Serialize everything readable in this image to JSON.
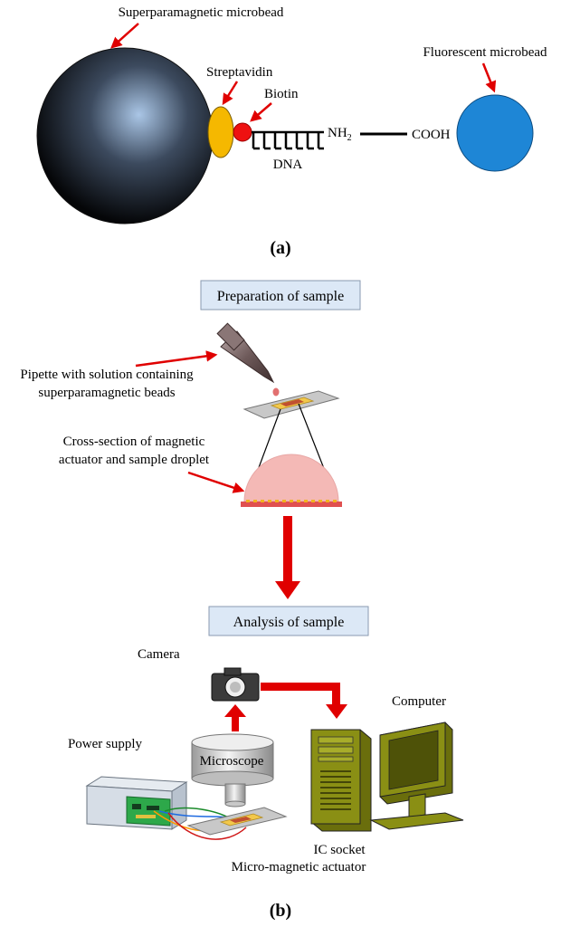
{
  "panel_a": {
    "caption": "(a)",
    "labels": {
      "superparamagnetic_microbead": "Superparamagnetic microbead",
      "streptavidin": "Streptavidin",
      "biotin": "Biotin",
      "nh2_base": "NH",
      "nh2_sub": "2",
      "dna": "DNA",
      "cooh": "COOH",
      "fluorescent_microbead": "Fluorescent microbead"
    }
  },
  "panel_b": {
    "caption": "(b)",
    "preparation_box": "Preparation of sample",
    "pipette_label": [
      "Pipette with solution containing",
      "superparamagnetic beads"
    ],
    "cross_section_label": [
      "Cross-section of magnetic",
      "actuator and sample droplet"
    ],
    "analysis_box": "Analysis of sample",
    "camera": "Camera",
    "computer": "Computer",
    "power_supply": "Power supply",
    "microscope": "Microscope",
    "ic_socket": "IC socket",
    "micro_magnetic_actuator": "Micro-magnetic actuator"
  },
  "colors": {
    "arrow_red": "#e00000",
    "streptavidin": "#f5b800",
    "biotin": "#ee1111",
    "fluorescent_bead": "#1e86d6",
    "droplet": "#f4b9b6",
    "box_fill": "#dce8f6",
    "computer_olive": "#8a8f14",
    "pcb_green": "#2da84a"
  }
}
